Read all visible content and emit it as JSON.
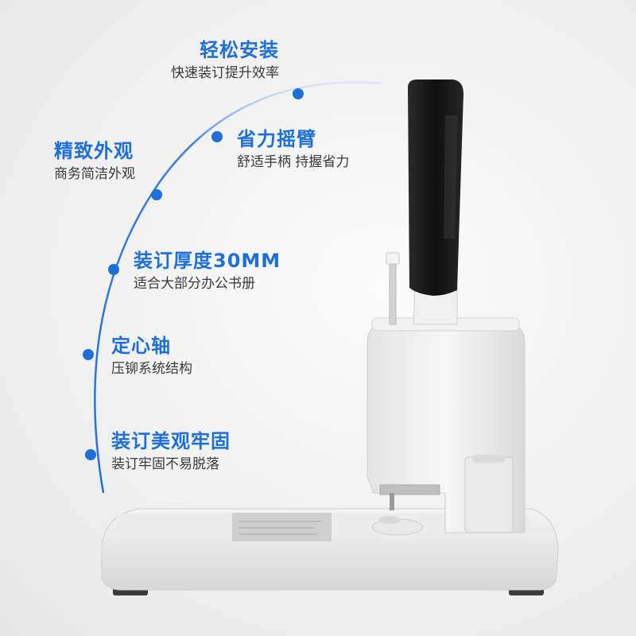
{
  "features": [
    {
      "title": "轻松安装",
      "subtitle": "快速装订提升效率"
    },
    {
      "title": "精致外观",
      "subtitle": "商务简洁外观"
    },
    {
      "title": "省力摇臂",
      "subtitle": "舒适手柄 持握省力"
    },
    {
      "title": "装订厚度30MM",
      "subtitle": "适合大部分办公书册"
    },
    {
      "title": "定心轴",
      "subtitle": "压铆系统结构"
    },
    {
      "title": "装订美观牢固",
      "subtitle": "装订牢固不易脱落"
    }
  ],
  "colors": {
    "accent": "#1f6fd8",
    "arc": "#3f7ee0",
    "subtitle": "#3a3a3a",
    "handle": "#1b1b1b",
    "body": "#efefef"
  },
  "product": {
    "name": "binding machine"
  }
}
